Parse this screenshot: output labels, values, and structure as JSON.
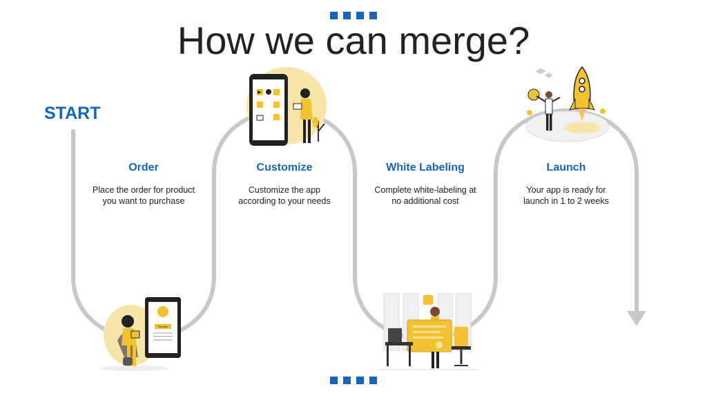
{
  "title": "How we can merge?",
  "start_label": "START",
  "colors": {
    "accent": "#1565c0",
    "path": "#c8c8c8",
    "illustration": "#f2c230"
  },
  "steps": [
    {
      "title": "Order",
      "description": "Place the order for product you want to purchase",
      "icon": "tablet-shopping-illustration"
    },
    {
      "title": "Customize",
      "description": "Customize the app according to your needs",
      "icon": "phone-customize-illustration"
    },
    {
      "title": "White Labeling",
      "description": "Complete white-labeling at no additional cost",
      "icon": "office-certificate-illustration"
    },
    {
      "title": "Launch",
      "description": "Your app is ready for launch in 1 to 2 weeks",
      "icon": "rocket-launch-illustration"
    }
  ],
  "tablet_screen_label": "Purchase"
}
